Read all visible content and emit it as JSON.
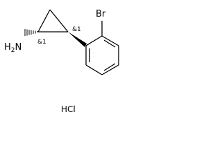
{
  "molecule": {
    "atoms": {
      "amine": "H2N",
      "amine_main": "H",
      "amine_sub": "2",
      "amine_tail": "N",
      "bromine": "Br"
    },
    "stereo_labels": {
      "c1": "&1",
      "c2": "&1"
    },
    "salt": "HCl",
    "colors": {
      "bond": "#000000",
      "text": "#000000",
      "background": "#ffffff"
    }
  }
}
